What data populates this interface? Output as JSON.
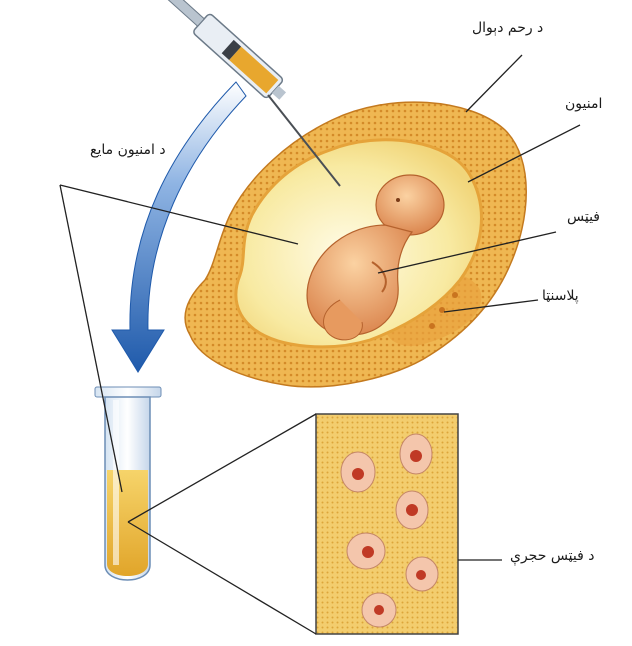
{
  "labels": {
    "uterine_wall": "د رحم دېوال",
    "amnion": "امنيون",
    "amniotic_fluid": "د امنيون مايع",
    "fetus": "فيټس",
    "placenta": "پلاسنټا",
    "fetal_cells": "د فيټس حجرې"
  },
  "colors": {
    "uterus_outer": "#f0b955",
    "uterus_dots": "#d8902a",
    "fluid": "#f6e7a0",
    "fetus": "#f0a766",
    "arrow_blue": "#2a67b8",
    "syringe_gold": "#e7a92e",
    "cell_panel": "#f5d86a",
    "cell_body": "#f2c2a6",
    "cell_nucleus": "#c03a25"
  }
}
